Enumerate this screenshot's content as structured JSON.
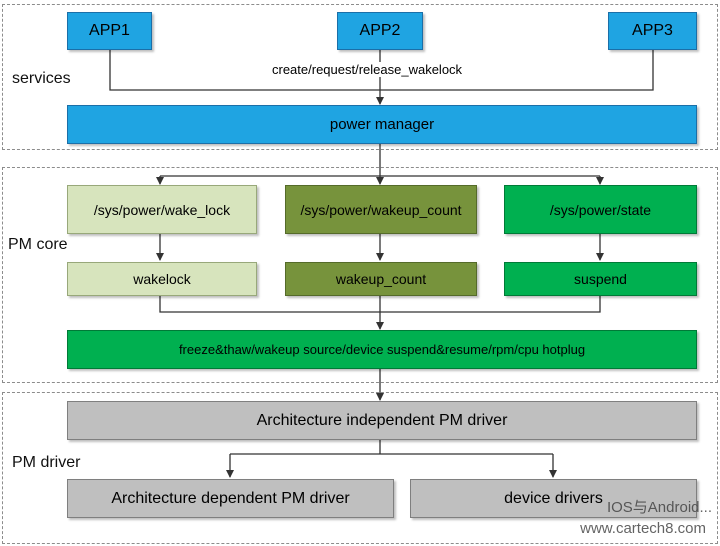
{
  "layers": {
    "services": "services",
    "pm_core": "PM core",
    "pm_driver": "PM driver"
  },
  "apps": [
    "APP1",
    "APP2",
    "APP3"
  ],
  "api_caption": "create/request/release_wakelock",
  "power_manager": "power manager",
  "sysfs": [
    "/sys/power/wake_lock",
    "/sys/power/wakeup_count",
    "/sys/power/state"
  ],
  "core_modules": [
    "wakelock",
    "wakeup_count",
    "suspend"
  ],
  "core_bar": "freeze&thaw/wakeup source/device suspend&resume/rpm/cpu hotplug",
  "arch_independent": "Architecture independent PM driver",
  "arch_dependent": "Architecture dependent PM driver",
  "device_drivers": "device drivers",
  "watermark": {
    "top": "IOS与Android...",
    "bottom": "www.cartech8.com"
  },
  "colors": {
    "blue": "#1fa4e2",
    "light_green": "#d7e4bd",
    "olive": "#77933c",
    "green": "#00b050",
    "gray": "#bfbfbf"
  }
}
